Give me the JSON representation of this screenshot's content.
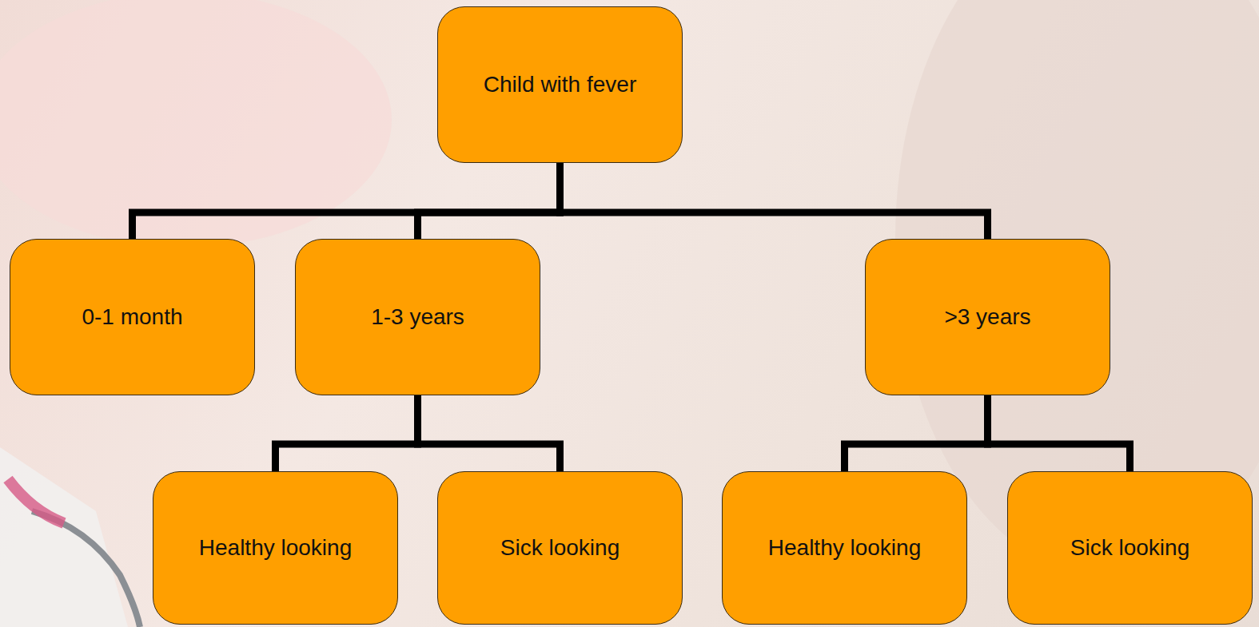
{
  "diagram": {
    "nodes": [
      {
        "text": [
          "Child with fever"
        ]
      },
      {
        "text": [
          "0-1 month"
        ]
      },
      {
        "text": [
          "1-3 years"
        ]
      },
      {
        "text": [
          ">3 years"
        ]
      },
      {
        "text": [
          "Healthy looking"
        ]
      },
      {
        "text": [
          "Sick looking"
        ]
      },
      {
        "text": [
          "Healthy looking"
        ]
      },
      {
        "text": [
          "Sick looking"
        ]
      }
    ],
    "edges": [
      {
        "from": 0,
        "to": 1,
        "arrow": "none"
      },
      {
        "from": 0,
        "to": 2,
        "arrow": "none"
      },
      {
        "from": 0,
        "to": 3,
        "arrow": "none"
      },
      {
        "from": 2,
        "to": 4,
        "arrow": "none"
      },
      {
        "from": 2,
        "to": 5,
        "arrow": "none"
      },
      {
        "from": 3,
        "to": 6,
        "arrow": "none"
      },
      {
        "from": 3,
        "to": 7,
        "arrow": "none"
      }
    ]
  }
}
